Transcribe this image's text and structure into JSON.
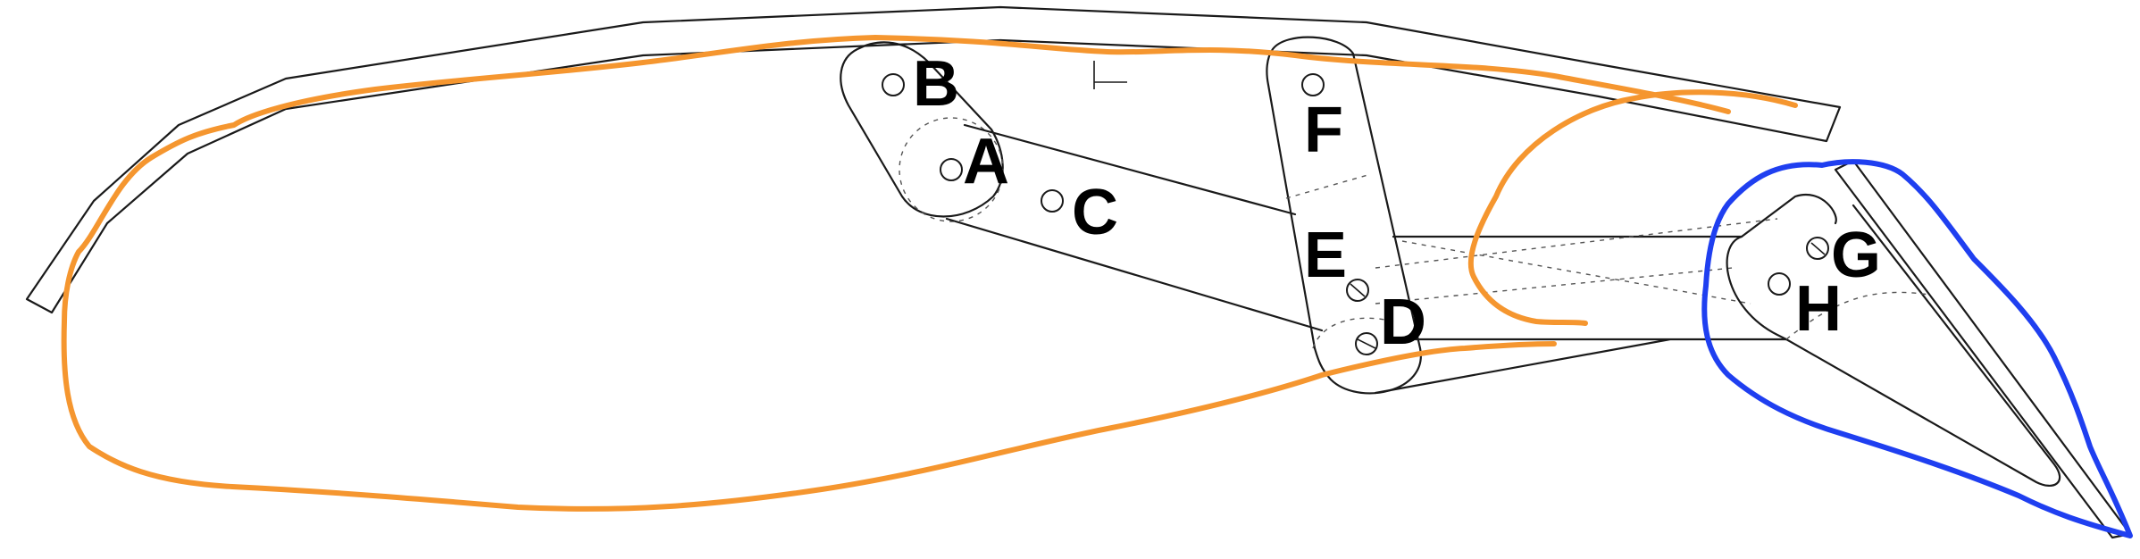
{
  "labels": {
    "A": "A",
    "B": "B",
    "C": "C",
    "D": "D",
    "E": "E",
    "F": "F",
    "G": "G",
    "H": "H"
  },
  "colors": {
    "outline_orange": "#f5962f",
    "outline_blue": "#1f3ff0",
    "line": "#1a1a1a"
  }
}
